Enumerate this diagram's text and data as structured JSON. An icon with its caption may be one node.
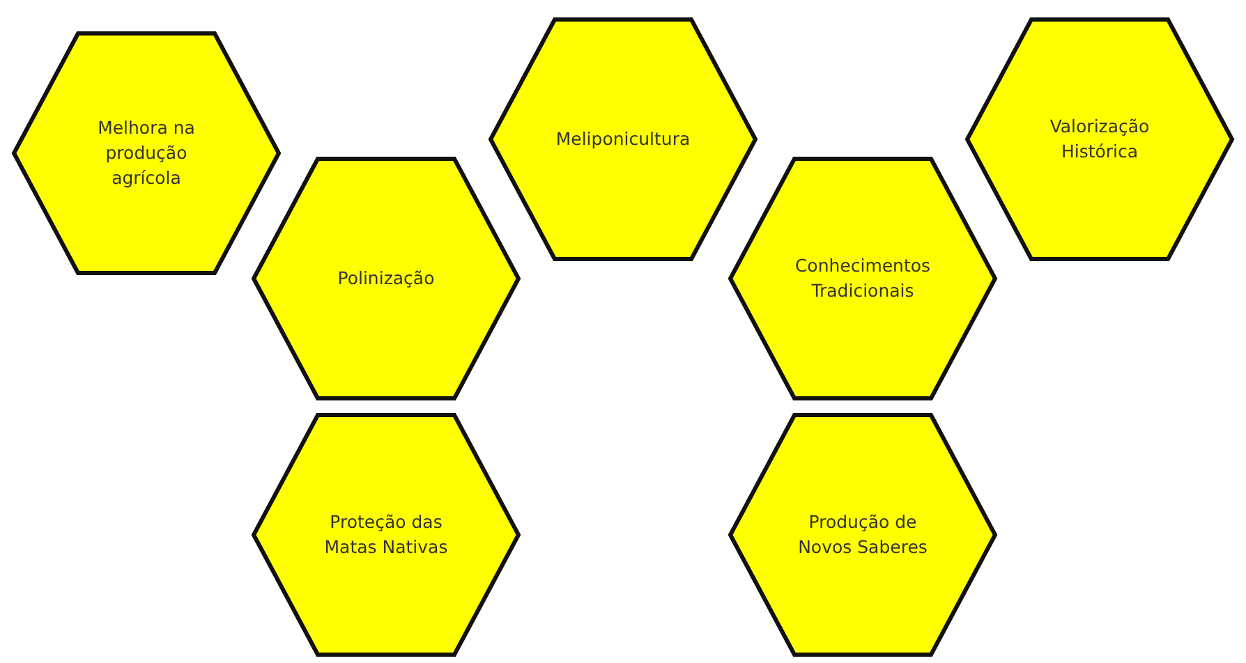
{
  "diagram": {
    "nodes": [
      {
        "text": [
          "Melhora na produção agrícola"
        ]
      },
      {
        "text": [
          "Meliponicultura"
        ]
      },
      {
        "text": [
          "Valorização Histórica"
        ]
      },
      {
        "text": [
          "Polinização"
        ]
      },
      {
        "text": [
          "Conhecimentos Tradicionais"
        ]
      },
      {
        "text": [
          "Proteção das Matas Nativas"
        ]
      },
      {
        "text": [
          "Produção de Novos Saberes"
        ]
      }
    ]
  }
}
